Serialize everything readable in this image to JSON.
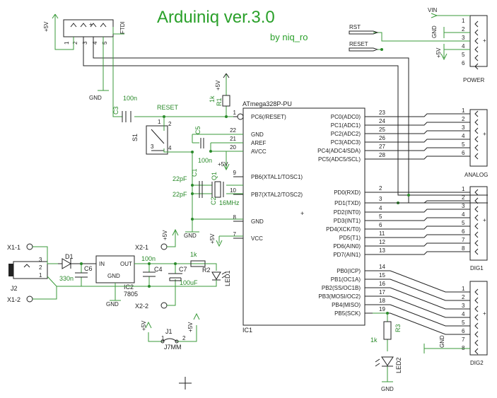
{
  "title": "Arduiniq ver.3.0",
  "subtitle": "by niq_ro",
  "ic": {
    "part": "ATmega328P-PU",
    "ref": "IC1",
    "left_pins": [
      {
        "num": "1",
        "name": "PC6(/RESET)"
      },
      {
        "num": "22",
        "name": "GND"
      },
      {
        "num": "21",
        "name": "AREF"
      },
      {
        "num": "20",
        "name": "AVCC"
      },
      {
        "num": "9",
        "name": "PB6(XTAL1/TOSC1)"
      },
      {
        "num": "10",
        "name": "PB7(XTAL2/TOSC2)"
      },
      {
        "num": "8",
        "name": "GND"
      },
      {
        "num": "7",
        "name": "VCC"
      }
    ],
    "right_pins": [
      {
        "num": "23",
        "name": "PC0(ADC0)"
      },
      {
        "num": "24",
        "name": "PC1(ADC1)"
      },
      {
        "num": "25",
        "name": "PC2(ADC2)"
      },
      {
        "num": "26",
        "name": "PC3(ADC3)"
      },
      {
        "num": "27",
        "name": "PC4(ADC4/SDA)"
      },
      {
        "num": "28",
        "name": "PC5(ADC5/SCL)"
      },
      {
        "num": "2",
        "name": "PD0(RXD)"
      },
      {
        "num": "3",
        "name": "PD1(TXD)"
      },
      {
        "num": "4",
        "name": "PD2(INT0)"
      },
      {
        "num": "5",
        "name": "PD3(INT1)"
      },
      {
        "num": "6",
        "name": "PD4(XCK/T0)"
      },
      {
        "num": "11",
        "name": "PD5(T1)"
      },
      {
        "num": "12",
        "name": "PD6(AIN0)"
      },
      {
        "num": "13",
        "name": "PD7(AIN1)"
      },
      {
        "num": "14",
        "name": "PB0(ICP)"
      },
      {
        "num": "15",
        "name": "PB1(OC1A)"
      },
      {
        "num": "16",
        "name": "PB2(SS/OC1B)"
      },
      {
        "num": "17",
        "name": "PB3(MOSI/OC2)"
      },
      {
        "num": "18",
        "name": "PB4(MISO)"
      },
      {
        "num": "19",
        "name": "PB5(SCK)"
      }
    ]
  },
  "connectors": {
    "power": {
      "name": "POWER",
      "pins": [
        "1",
        "2",
        "3",
        "4",
        "5",
        "6"
      ]
    },
    "analog": {
      "name": "ANALOG",
      "pins": [
        "1",
        "2",
        "3",
        "4",
        "5",
        "6"
      ]
    },
    "dig1": {
      "name": "DIG1",
      "pins": [
        "1",
        "2",
        "3",
        "4",
        "5",
        "6",
        "7",
        "8"
      ]
    },
    "dig2": {
      "name": "DIG2",
      "pins": [
        "1",
        "2",
        "3",
        "4",
        "5",
        "6",
        "7",
        "8"
      ]
    },
    "ftdi": {
      "name": "FTDI",
      "pins": [
        "1",
        "2",
        "3",
        "4",
        "5"
      ]
    }
  },
  "labels": {
    "vin": "VIN",
    "rst": "RST",
    "reset_net": "RESET",
    "reset_net2": "RESET",
    "gnd": "GND",
    "plus5v": "+5V",
    "s1": "S1",
    "c3": "C3",
    "c3_val": "100n",
    "r1": "R1",
    "r1_val": "1k",
    "c5": "C5",
    "c5_val": "100n",
    "c1": "C1",
    "c1_val": "22pF",
    "c2": "C2",
    "c2_val": "22pF",
    "q1": "Q1",
    "q1_val": "16MHz",
    "x1_1": "X1-1",
    "x1_2": "X1-2",
    "x2_1": "X2-1",
    "x2_2": "X2-2",
    "j2": "J2",
    "j1": "J1",
    "j1_val": "J7MM",
    "d1": "D1",
    "c6": "C6",
    "c6_val": "330n",
    "ic2": "IC2",
    "ic2_val": "7805",
    "in": "IN",
    "out": "OUT",
    "reg_gnd": "GND",
    "c4": "C4",
    "c4_val": "100n",
    "c7": "C7",
    "c7_val": "100uF",
    "r2": "R2",
    "r2_val": "1k",
    "led1": "LED1",
    "r3": "R3",
    "r3_val": "1k",
    "led2": "LED2",
    "vcc": "VCC"
  }
}
